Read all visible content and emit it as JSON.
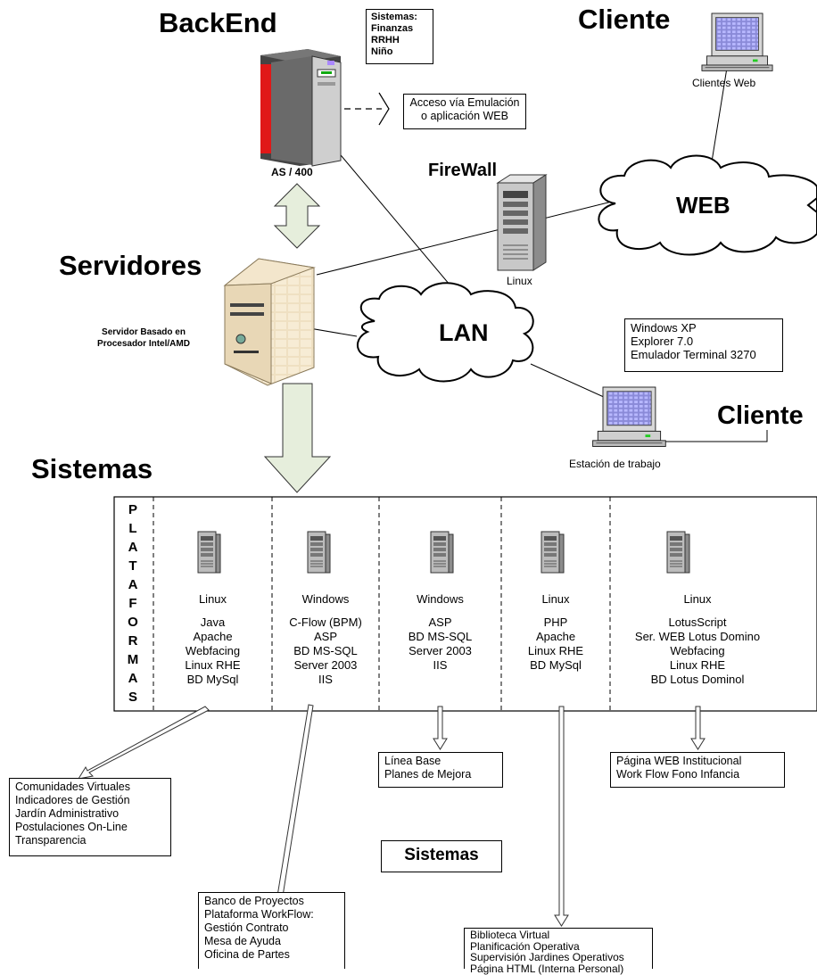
{
  "headings": {
    "backend": "BackEnd",
    "cliente_top": "Cliente",
    "servidores": "Servidores",
    "sistemas": "Sistemas",
    "cliente_right": "Cliente",
    "firewall": "FireWall"
  },
  "backend_box": [
    "Sistemas:",
    "Finanzas",
    "RRHH",
    "Niño"
  ],
  "as400_label": "AS / 400",
  "access_box": [
    "Acceso vía Emulación",
    "o aplicación WEB"
  ],
  "clientes_web_label": "Clientes Web",
  "firewall_os": "Linux",
  "clouds": {
    "web": "WEB",
    "lan": "LAN"
  },
  "server_label": [
    "Servidor Basado en",
    "Procesador Intel/AMD"
  ],
  "workstation_box": [
    "Windows XP",
    "Explorer 7.0",
    "Emulador Terminal 3270"
  ],
  "workstation_label": "Estación de trabajo",
  "plataformas_letters": [
    "P",
    "L",
    "A",
    "T",
    "A",
    "F",
    "O",
    "R",
    "M",
    "A",
    "S"
  ],
  "platforms": [
    {
      "os": "Linux",
      "tech": [
        "Java",
        "Apache",
        "Webfacing",
        "Linux RHE",
        "BD MySql"
      ]
    },
    {
      "os": "Windows",
      "tech": [
        "C-Flow (BPM)",
        "ASP",
        "BD MS-SQL",
        "Server 2003",
        "IIS"
      ]
    },
    {
      "os": "Windows",
      "tech": [
        "ASP",
        "BD MS-SQL",
        "Server 2003",
        "IIS"
      ]
    },
    {
      "os": "Linux",
      "tech": [
        "PHP",
        "Apache",
        "Linux RHE",
        "BD MySql"
      ]
    },
    {
      "os": "Linux",
      "tech": [
        "LotusScript",
        "Ser.  WEB Lotus Domino",
        "Webfacing",
        "Linux RHE",
        "BD Lotus Dominol"
      ]
    }
  ],
  "system_boxes": {
    "box1": [
      "Comunidades Virtuales",
      "Indicadores de Gestión",
      "Jardín Administrativo",
      "Postulaciones On-Line",
      "Transparencia"
    ],
    "box2": [
      "Banco de Proyectos",
      "Plataforma WorkFlow:",
      "Gestión Contrato",
      "Mesa de Ayuda",
      "Oficina de Partes"
    ],
    "box3": [
      "Línea Base",
      "Planes de Mejora"
    ],
    "box4": [
      "Biblioteca Virtual",
      "Planificación Operativa",
      "Supervisión Jardines Operativos",
      "Página HTML (Interna Personal)"
    ],
    "box5": [
      "Página WEB Institucional",
      "Work Flow Fono Infancia"
    ]
  },
  "sistemas_center_label": "Sistemas"
}
